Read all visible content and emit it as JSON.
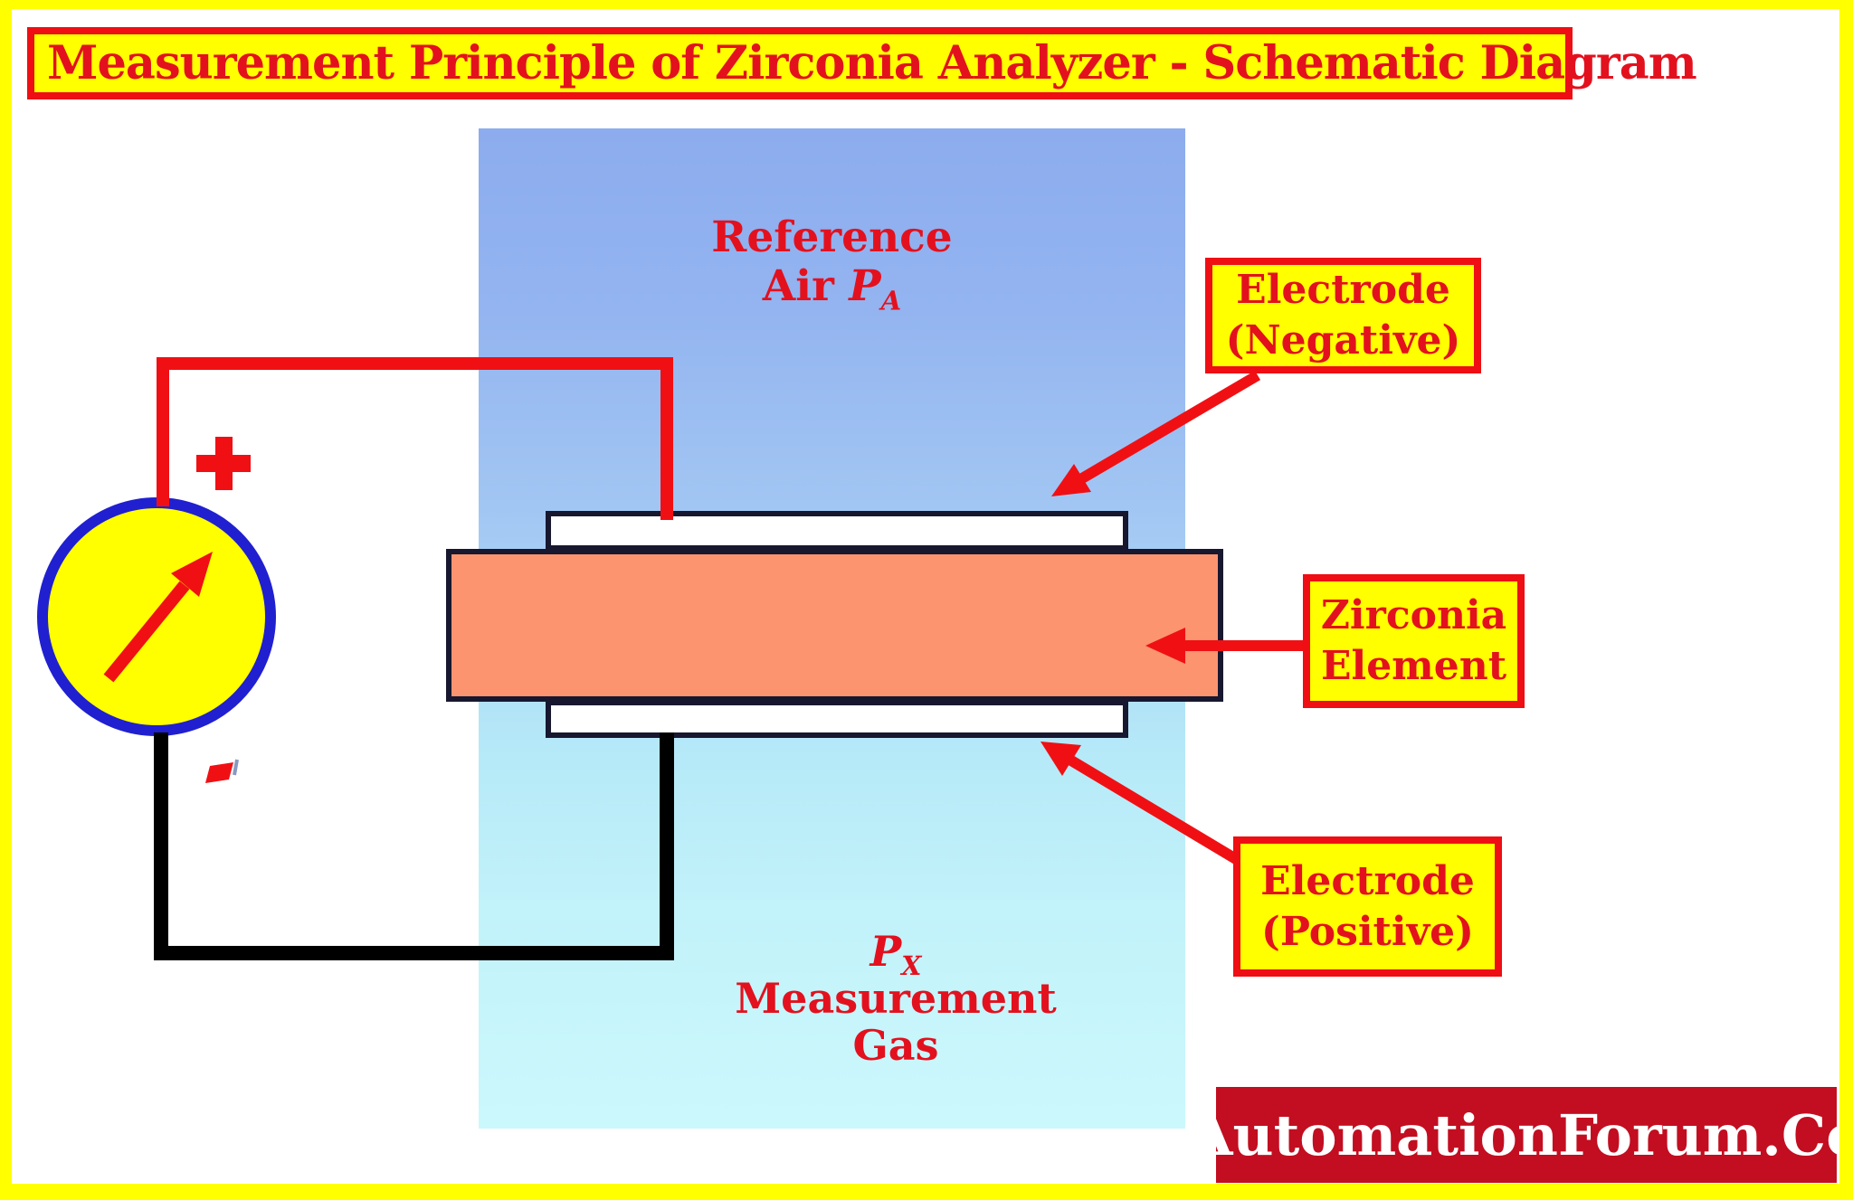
{
  "page": {
    "title": "Measurement Principle of Zirconia Analyzer - Schematic Diagram"
  },
  "chamber": {
    "reference_air": {
      "line1": "Reference",
      "word": "Air",
      "symbol": "P",
      "subscript": "A"
    },
    "measurement_gas": {
      "symbol": "P",
      "subscript": "X",
      "line1": "Measurement",
      "line2": "Gas"
    }
  },
  "callouts": {
    "electrode_negative": {
      "line1": "Electrode",
      "line2": "(Negative)"
    },
    "zirconia_element": {
      "line1": "Zirconia",
      "line2": "Element"
    },
    "electrode_positive": {
      "line1": "Electrode",
      "line2": "(Positive)"
    }
  },
  "meter": {
    "positive_label": "+",
    "negative_label": "-"
  },
  "watermark": {
    "text": "AutomationForum.Co"
  },
  "colors": {
    "page_border_yellow": "#FFFF00",
    "accent_red": "#EE0E14",
    "text_red": "#E3111E",
    "callout_fill_yellow": "#FFFF00",
    "zirconia_salmon": "#FC9470",
    "electrode_white": "#FFFFFF",
    "outline_dark": "#17172F",
    "meter_ring_blue": "#2020D0",
    "meter_fill_yellow": "#FFFF00",
    "wire_red": "#F01014",
    "wire_black": "#000000",
    "chamber_gradient_top": "#8CACEE",
    "chamber_gradient_bottom": "#CBF8FC",
    "watermark_background": "#C20E20",
    "watermark_text": "#FFFFFF"
  }
}
